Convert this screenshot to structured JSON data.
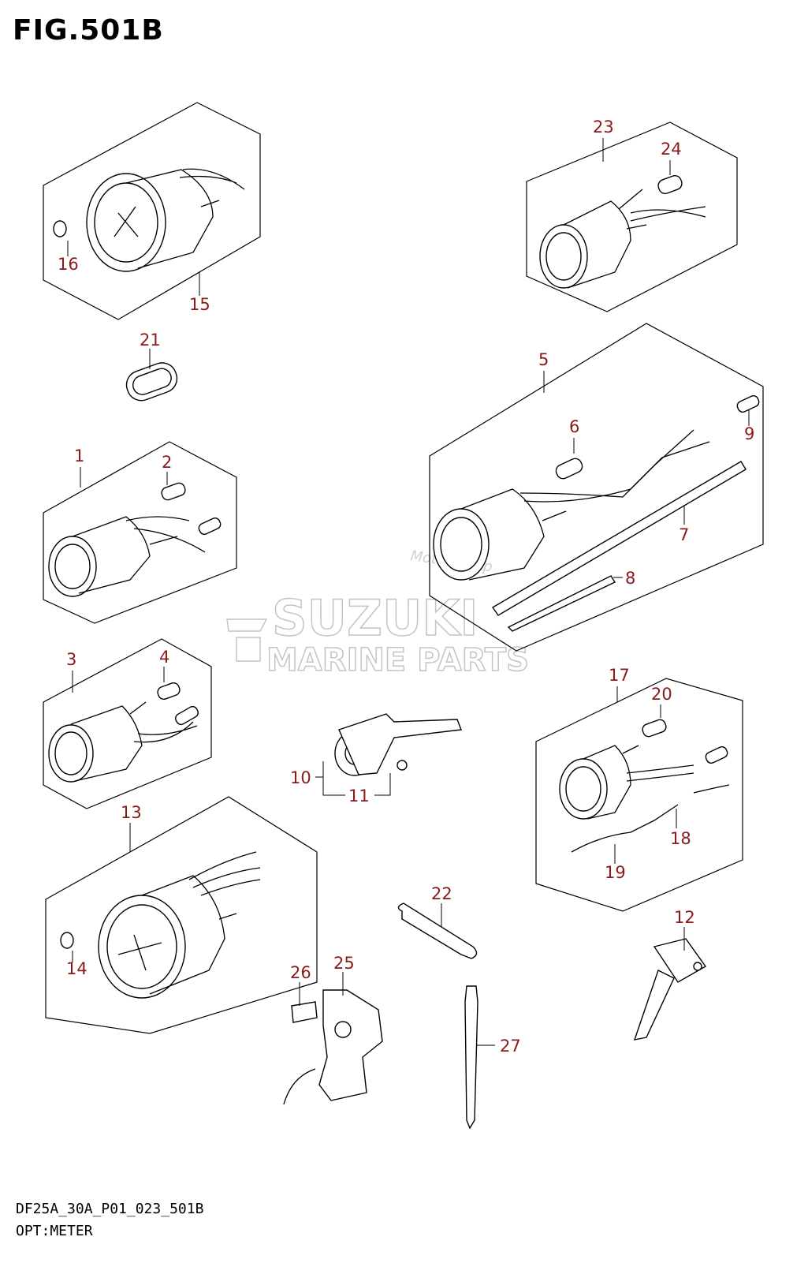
{
  "figure": {
    "title": "FIG.501B"
  },
  "watermark": {
    "line1": "SUZUKI",
    "line2": "MARINE PARTS",
    "small": "Motorgroup"
  },
  "footer": {
    "code": "DF25A_30A_P01_023_501B",
    "caption": "OPT:METER"
  },
  "colors": {
    "callout": "#8b1a1a",
    "line": "#000000",
    "watermark": "#c4c4c4"
  },
  "callouts": [
    {
      "id": "c1",
      "label": "1"
    },
    {
      "id": "c2",
      "label": "2"
    },
    {
      "id": "c3",
      "label": "3"
    },
    {
      "id": "c4",
      "label": "4"
    },
    {
      "id": "c5",
      "label": "5"
    },
    {
      "id": "c6",
      "label": "6"
    },
    {
      "id": "c7",
      "label": "7"
    },
    {
      "id": "c8",
      "label": "8"
    },
    {
      "id": "c9",
      "label": "9"
    },
    {
      "id": "c10",
      "label": "10"
    },
    {
      "id": "c11",
      "label": "11"
    },
    {
      "id": "c12",
      "label": "12"
    },
    {
      "id": "c13",
      "label": "13"
    },
    {
      "id": "c14",
      "label": "14"
    },
    {
      "id": "c15",
      "label": "15"
    },
    {
      "id": "c16",
      "label": "16"
    },
    {
      "id": "c17",
      "label": "17"
    },
    {
      "id": "c18",
      "label": "18"
    },
    {
      "id": "c19",
      "label": "19"
    },
    {
      "id": "c20",
      "label": "20"
    },
    {
      "id": "c21",
      "label": "21"
    },
    {
      "id": "c22",
      "label": "22"
    },
    {
      "id": "c23",
      "label": "23"
    },
    {
      "id": "c24",
      "label": "24"
    },
    {
      "id": "c25",
      "label": "25"
    },
    {
      "id": "c26",
      "label": "26"
    },
    {
      "id": "c27",
      "label": "27"
    }
  ]
}
